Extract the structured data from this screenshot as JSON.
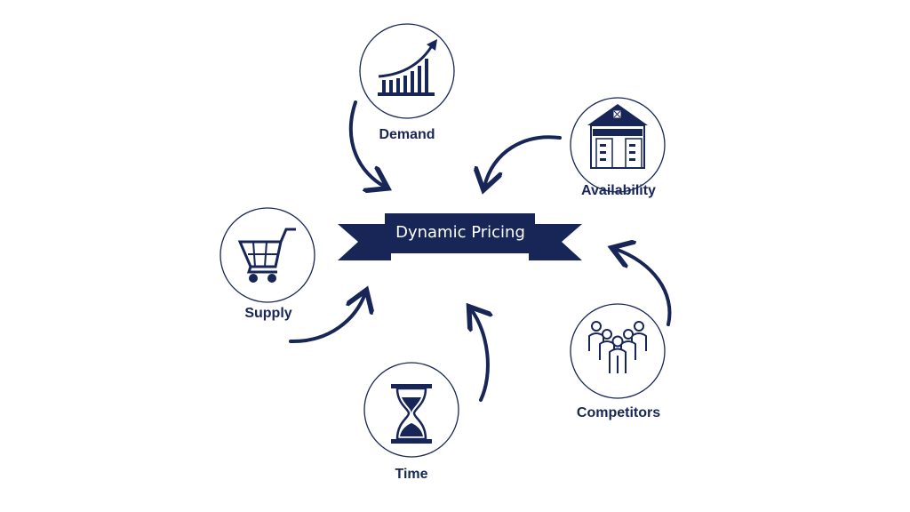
{
  "title": "Dynamic Pricing",
  "factors": [
    {
      "label": "Demand",
      "icon": "rising-bar-chart-icon"
    },
    {
      "label": "Availability",
      "icon": "warehouse-icon"
    },
    {
      "label": "Supply",
      "icon": "shopping-cart-icon"
    },
    {
      "label": "Time",
      "icon": "hourglass-icon"
    },
    {
      "label": "Competitors",
      "icon": "group-of-people-icon"
    }
  ],
  "colors": {
    "primary": "#172657",
    "background": "#ffffff"
  }
}
